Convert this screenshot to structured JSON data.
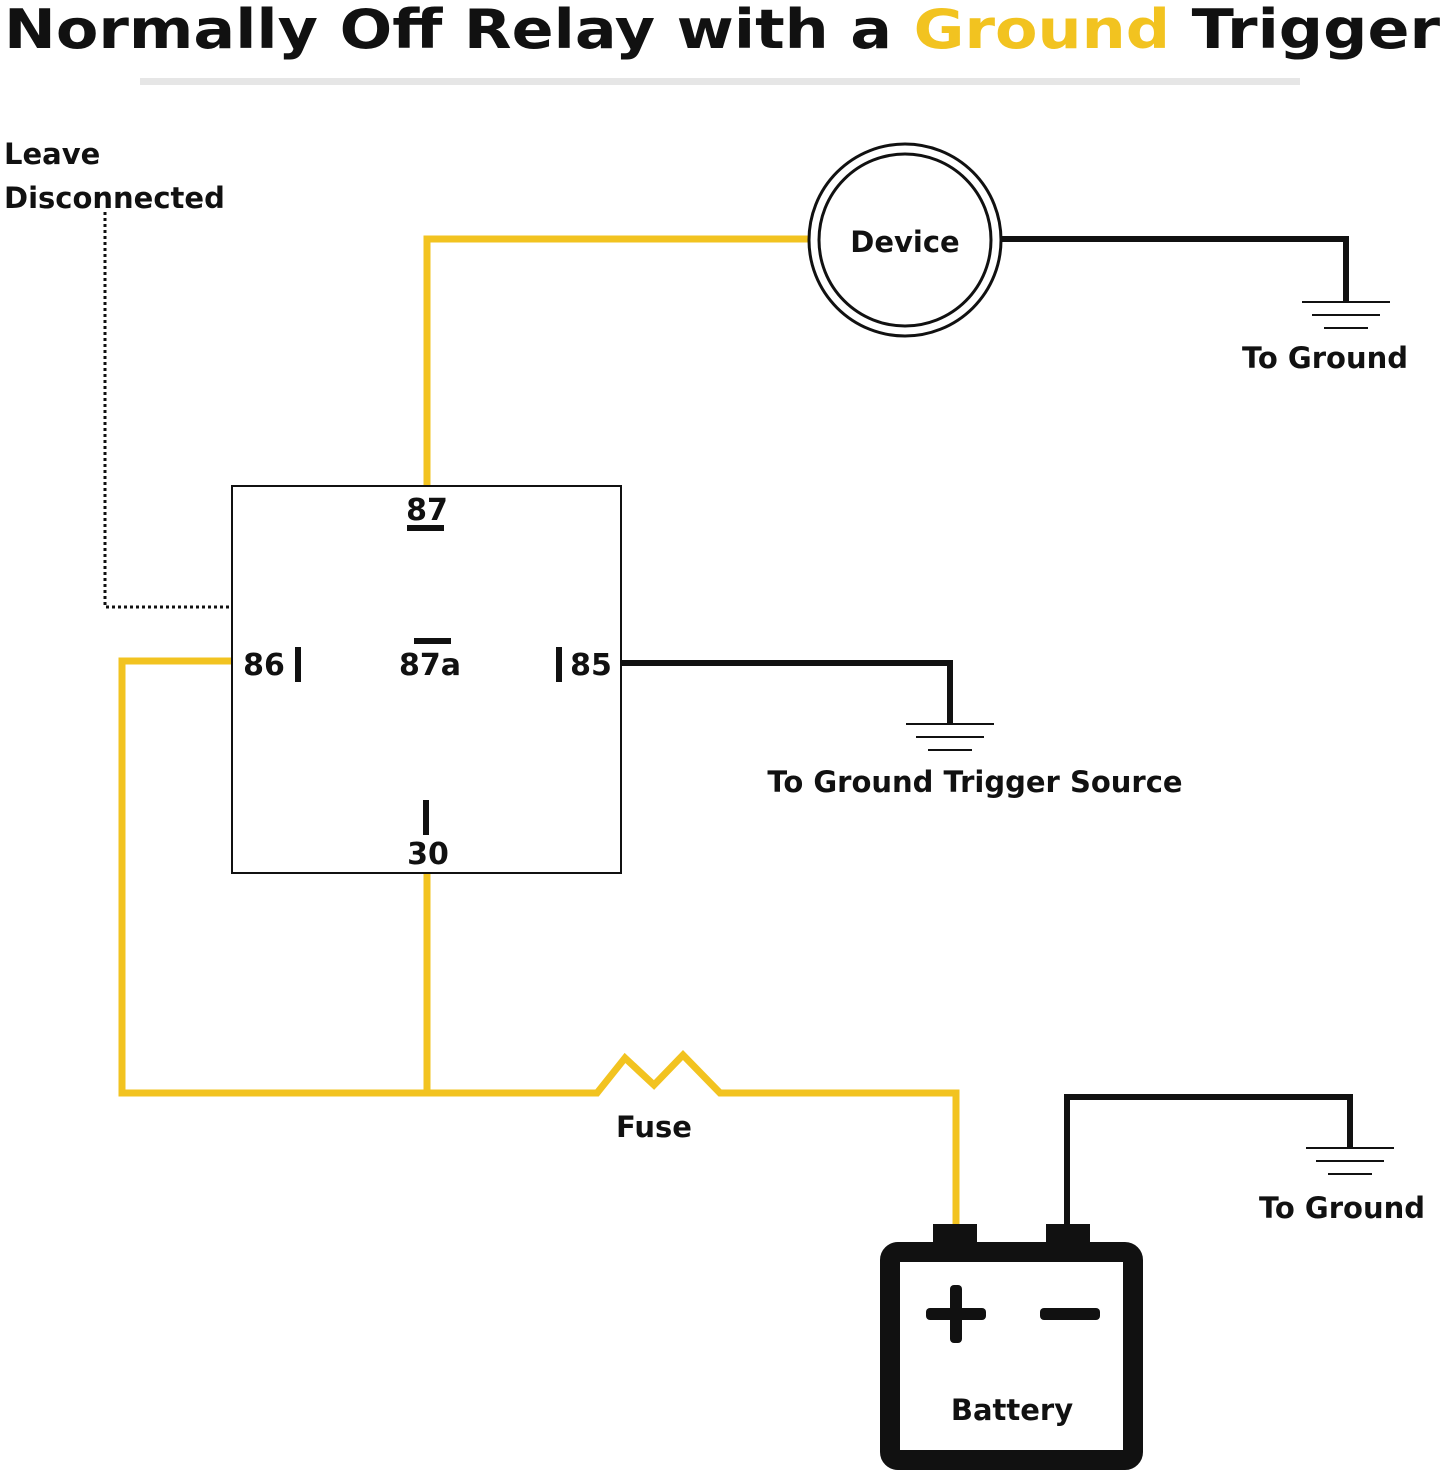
{
  "title": {
    "part1": "Normally Off Relay with a ",
    "highlight": "Ground",
    "part2": " Trigger"
  },
  "labels": {
    "leave_line1": "Leave",
    "leave_line2": "Disconnected",
    "device": "Device",
    "ground_device": "To Ground",
    "ground_trigger": "To Ground Trigger Source",
    "fuse": "Fuse",
    "battery": "Battery",
    "ground_battery": "To Ground"
  },
  "relay_pins": {
    "p87": "87",
    "p87a": "87a",
    "p86": "86",
    "p85": "85",
    "p30": "30"
  },
  "colors": {
    "positive_wire": "#F2C320",
    "ground_wire": "#111111",
    "title_accent": "#F2C320"
  }
}
